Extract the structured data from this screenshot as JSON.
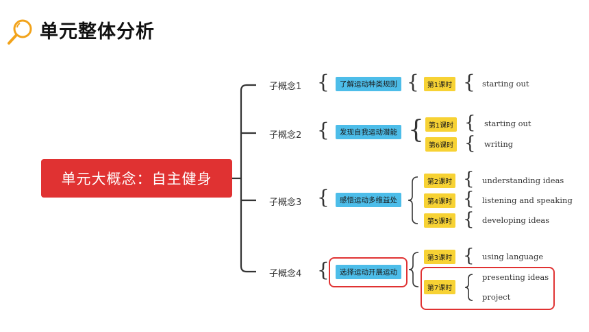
{
  "title": "单元整体分析",
  "main_concept": "单元大概念：自主健身",
  "concepts": [
    {
      "label": "子概念1",
      "topic": "了解运动种类规则",
      "lessons": [
        {
          "lesson": "第1课时",
          "items": [
            "starting out"
          ]
        }
      ]
    },
    {
      "label": "子概念2",
      "topic": "发现自我运动潜能",
      "lessons": [
        {
          "lesson": "第1课时",
          "items": [
            "starting out"
          ]
        },
        {
          "lesson": "第6课时",
          "items": [
            "writing"
          ]
        }
      ]
    },
    {
      "label": "子概念3",
      "topic": "感悟运动多维益处",
      "lessons": [
        {
          "lesson": "第2课时",
          "items": [
            "understanding ideas"
          ]
        },
        {
          "lesson": "第4课时",
          "items": [
            "listening and speaking"
          ]
        },
        {
          "lesson": "第5课时",
          "items": [
            "developing ideas"
          ]
        }
      ]
    },
    {
      "label": "子概念4",
      "topic": "选择运动开展运动",
      "lessons": [
        {
          "lesson": "第3课时",
          "items": [
            "using language"
          ]
        },
        {
          "lesson": "第7课时",
          "items": [
            "presenting ideas",
            "project"
          ]
        }
      ]
    }
  ],
  "colors": {
    "main": "#e03232",
    "topic": "#4dbde9",
    "lesson": "#f7d234",
    "highlight": "#e03232"
  },
  "icons": {
    "title_icon": "magnifier-icon"
  }
}
